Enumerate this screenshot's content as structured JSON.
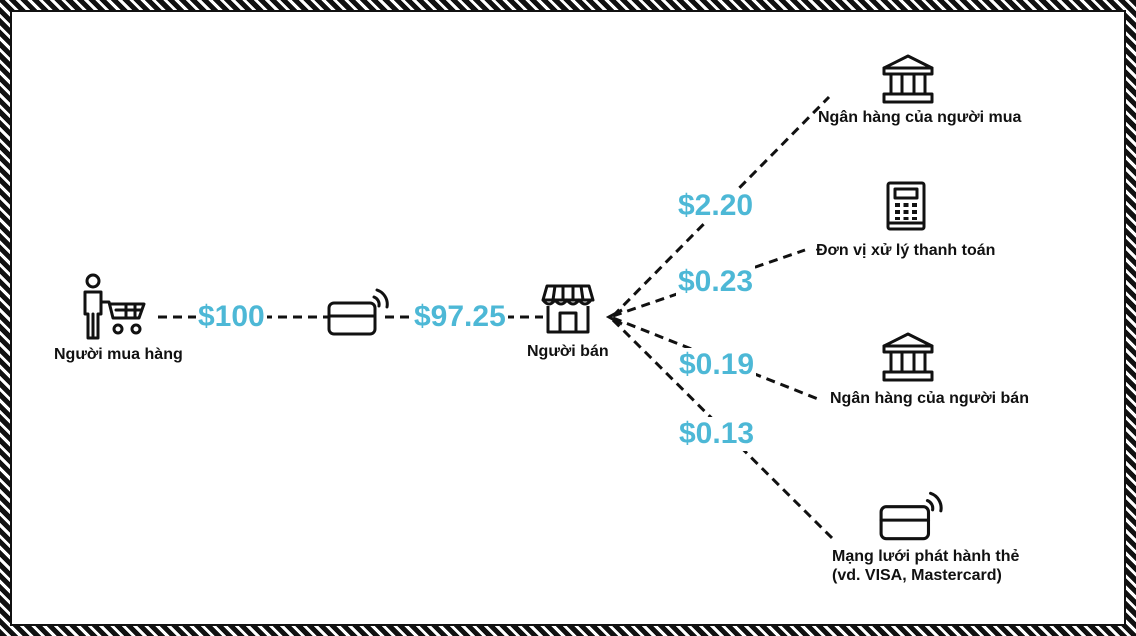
{
  "colors": {
    "amount": "#4db8d6",
    "ink": "#111111",
    "background": "#ffffff"
  },
  "nodes": {
    "buyer": {
      "label": "Người mua hàng",
      "icon": "shopper-cart-icon"
    },
    "card": {
      "icon": "contactless-card-icon"
    },
    "seller": {
      "label": "Người bán",
      "icon": "storefront-icon"
    },
    "buyer_bank": {
      "label": "Ngân hàng của người mua",
      "icon": "bank-icon"
    },
    "processor": {
      "label": "Đơn vị xử lý thanh toán",
      "icon": "payment-terminal-icon"
    },
    "seller_bank": {
      "label": "Ngân hàng của người bán",
      "icon": "bank-icon"
    },
    "card_network": {
      "label_line1": "Mạng lưới phát hành thẻ",
      "label_line2": "(vd. VISA, Mastercard)",
      "icon": "contactless-card-icon"
    }
  },
  "amounts": {
    "purchase": "$100",
    "to_seller": "$97.25",
    "buyer_bank_fee": "$2.20",
    "processor_fee": "$0.23",
    "seller_bank_fee": "$0.19",
    "network_fee": "$0.13"
  }
}
